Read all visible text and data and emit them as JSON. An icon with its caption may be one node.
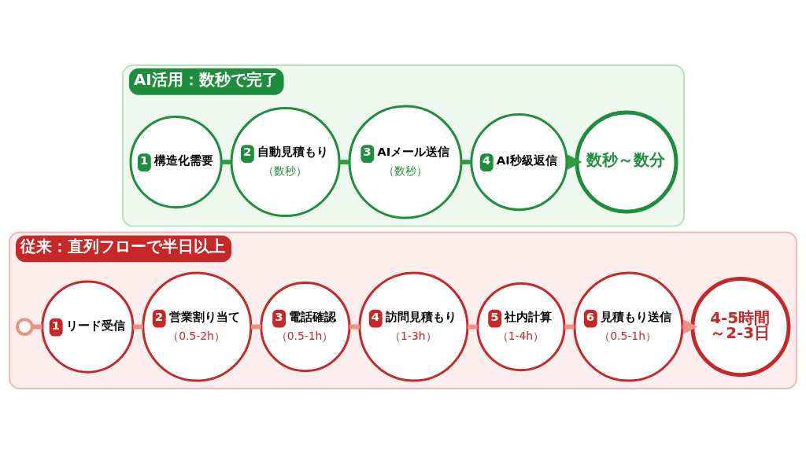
{
  "diagram": {
    "nodes": [
      {
        "text": [
          "従来：直列フローで半日以上"
        ]
      },
      {
        "text": [],
        "shape": "circle",
        "in": 0
      },
      {
        "text": [
          "1",
          "リード受信"
        ],
        "in": 0
      },
      {
        "text": [
          "2",
          "営業割り当て",
          "（0.5-2h）"
        ],
        "in": 0
      },
      {
        "text": [
          "3",
          "電話確認",
          "（0.5-1h）"
        ],
        "in": 0
      },
      {
        "text": [
          "4",
          "訪問見積もり",
          "（1-3h）"
        ],
        "in": 0
      },
      {
        "text": [
          "5",
          "社内計算",
          "（1-4h）"
        ],
        "in": 0
      },
      {
        "text": [
          "6",
          "見積もり送信",
          "（0.5-1h）"
        ],
        "in": 0
      },
      {
        "text": [
          "4-5時間～2-3日"
        ],
        "in": 0
      },
      {
        "text": [
          "AI活用：数秒で完了"
        ]
      },
      {
        "text": [
          "1",
          "構造化需要"
        ],
        "in": 9
      },
      {
        "text": [
          "2",
          "自動見積もり",
          "（数秒）"
        ],
        "in": 9
      },
      {
        "text": [
          "3",
          "AIメール送信",
          "（数秒）"
        ],
        "in": 9
      },
      {
        "text": [
          "4",
          "AI秒級返信"
        ],
        "in": 9
      },
      {
        "text": [
          "数秒～数分"
        ],
        "in": 9
      }
    ],
    "edges": [
      {
        "from": 1,
        "to": 2,
        "arrow": "none"
      },
      {
        "from": 2,
        "to": 3,
        "arrow": "none"
      },
      {
        "from": 3,
        "to": 4,
        "arrow": "none"
      },
      {
        "from": 4,
        "to": 5,
        "arrow": "none"
      },
      {
        "from": 5,
        "to": 6,
        "arrow": "none"
      },
      {
        "from": 6,
        "to": 7,
        "arrow": "none"
      },
      {
        "from": 7,
        "to": 8,
        "arrow": "to"
      },
      {
        "from": 10,
        "to": 11,
        "arrow": "none",
        "color": "#2e9e44"
      },
      {
        "from": 11,
        "to": 12,
        "arrow": "none",
        "color": "#2e9e44"
      },
      {
        "from": 12,
        "to": 13,
        "arrow": "none",
        "color": "#2e9e44"
      },
      {
        "from": 13,
        "to": 14,
        "arrow": "to",
        "color": "#2e9e44"
      }
    ]
  }
}
